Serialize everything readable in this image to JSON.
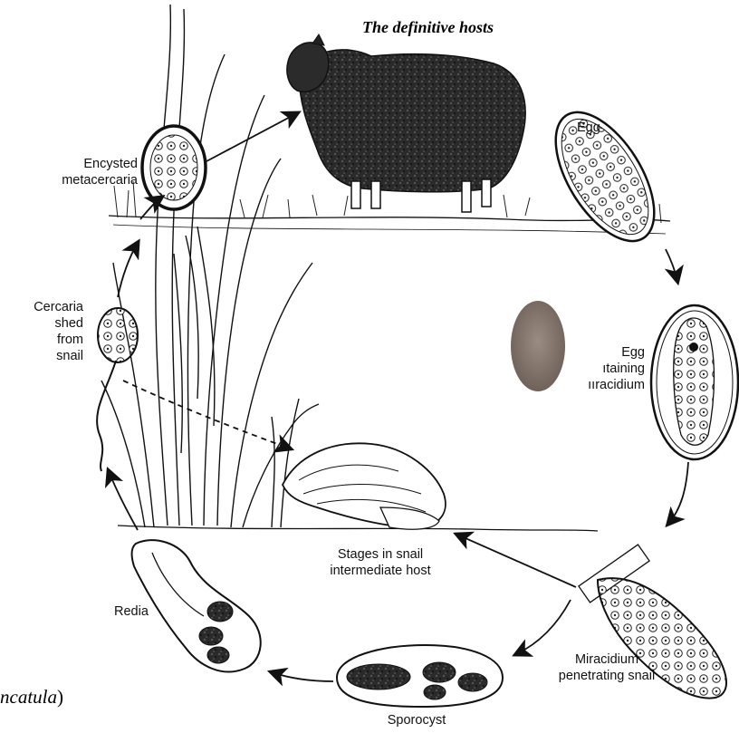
{
  "title": "The definitive hosts",
  "caption_fragment": {
    "italic": "ncatula",
    "tail": ")"
  },
  "labels": {
    "egg": "Egg",
    "egg_miracidium_1": "Egg",
    "egg_miracidium_2": "ıtaining",
    "egg_miracidium_3": "ııracidium",
    "miracidium_1": "Miracidium",
    "miracidium_2": "penetrating snail",
    "sporocyst": "Sporocyst",
    "redia": "Redia",
    "snail_stages_1": "Stages in snail",
    "snail_stages_2": "intermediate host",
    "cercaria_1": "Cercaria",
    "cercaria_2": "shed",
    "cercaria_3": "from",
    "cercaria_4": "snail",
    "metacercaria_1": "Encysted",
    "metacercaria_2": "metacercaria"
  },
  "colors": {
    "ink": "#111111",
    "egg_photo": "#8a7a70"
  }
}
